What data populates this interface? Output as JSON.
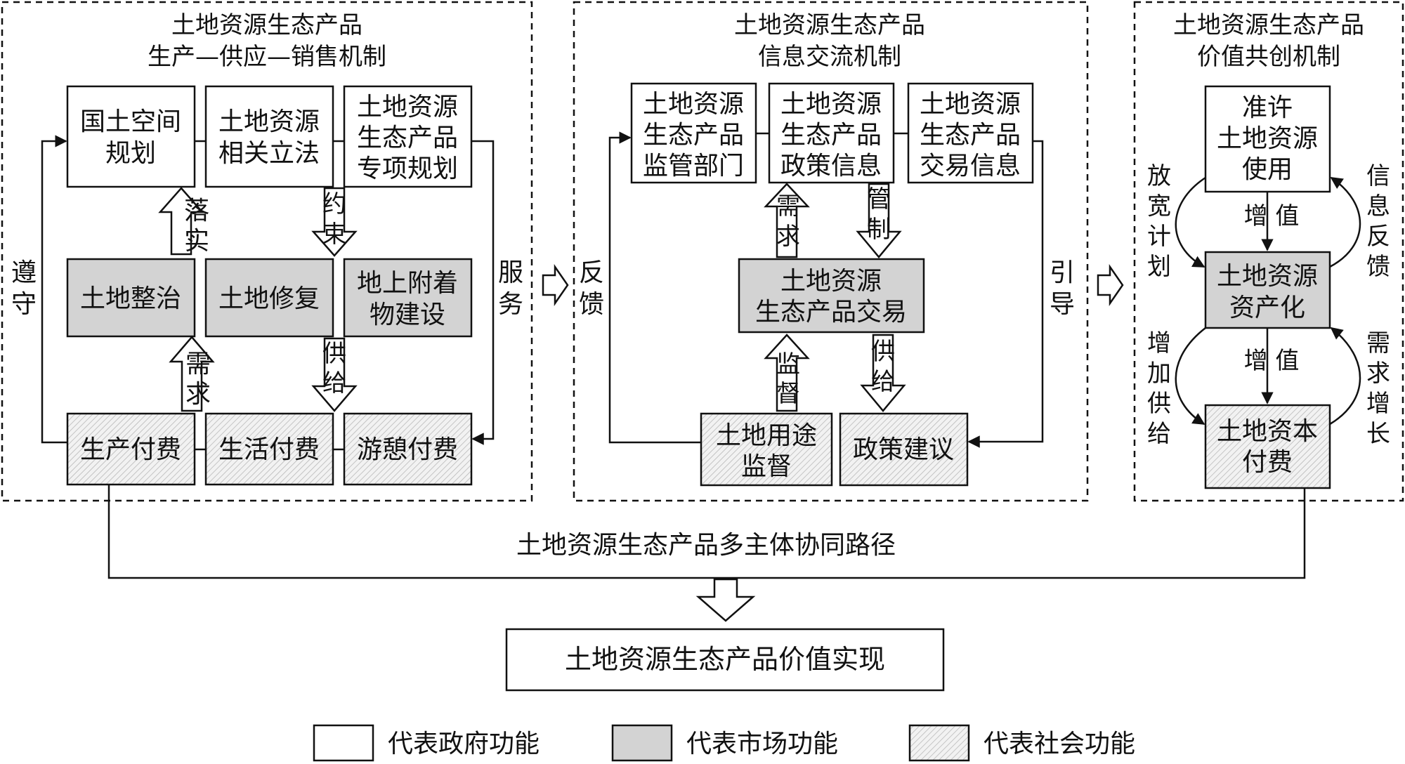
{
  "panels": {
    "production": {
      "title_line1": "土地资源生态产品",
      "title_line2": "生产—供应—销售机制"
    },
    "information": {
      "title_line1": "土地资源生态产品",
      "title_line2": "信息交流机制"
    },
    "value": {
      "title_line1": "土地资源生态产品",
      "title_line2": "价值共创机制"
    }
  },
  "production": {
    "gov_boxes": [
      {
        "lines": [
          "国土空间",
          "规划"
        ]
      },
      {
        "lines": [
          "土地资源",
          "相关立法"
        ]
      },
      {
        "lines": [
          "土地资源",
          "生态产品",
          "专项规划"
        ]
      }
    ],
    "market_boxes": [
      {
        "lines": [
          "土地整治"
        ]
      },
      {
        "lines": [
          "土地修复"
        ]
      },
      {
        "lines": [
          "地上附着",
          "物建设"
        ]
      }
    ],
    "social_boxes": [
      {
        "lines": [
          "生产付费"
        ]
      },
      {
        "lines": [
          "生活付费"
        ]
      },
      {
        "lines": [
          "游憩付费"
        ]
      }
    ],
    "labels": {
      "implement": [
        "落",
        "实"
      ],
      "constrain": [
        "约",
        "束"
      ],
      "demand": [
        "需",
        "求"
      ],
      "supply": [
        "供",
        "给"
      ],
      "comply": [
        "遵",
        "守"
      ],
      "serve": [
        "服",
        "务"
      ]
    }
  },
  "information": {
    "top_boxes": [
      {
        "lines": [
          "土地资源",
          "生态产品",
          "监管部门"
        ]
      },
      {
        "lines": [
          "土地资源",
          "生态产品",
          "政策信息"
        ]
      },
      {
        "lines": [
          "土地资源",
          "生态产品",
          "交易信息"
        ]
      }
    ],
    "center_box": {
      "lines": [
        "土地资源",
        "生态产品交易"
      ]
    },
    "bottom_left_box": {
      "lines": [
        "土地用途",
        "监督"
      ]
    },
    "bottom_right_box": {
      "lines": [
        "政策建议"
      ]
    },
    "labels": {
      "demand": [
        "需",
        "求"
      ],
      "regulate": [
        "管",
        "制"
      ],
      "supervise": [
        "监",
        "督"
      ],
      "supply": [
        "供",
        "给"
      ],
      "feedback": [
        "反",
        "馈"
      ],
      "guide": [
        "引",
        "导"
      ]
    }
  },
  "value": {
    "top_box": {
      "lines": [
        "准许",
        "土地资源",
        "使用"
      ]
    },
    "middle_box": {
      "lines": [
        "土地资源",
        "资产化"
      ]
    },
    "bottom_box": {
      "lines": [
        "土地资本",
        "付费"
      ]
    },
    "labels": {
      "relax_plan": [
        "放",
        "宽",
        "计",
        "划"
      ],
      "info_feedback": [
        "信",
        "息",
        "反",
        "馈"
      ],
      "increase_supply": [
        "增",
        "加",
        "供",
        "给"
      ],
      "demand_growth": [
        "需",
        "求",
        "增",
        "长"
      ],
      "appreciation_1": "增  值",
      "appreciation_2": "增  值"
    }
  },
  "path_label": "土地资源生态产品多主体协同路径",
  "result_box": "土地资源生态产品价值实现",
  "legend": [
    {
      "label": "代表政府功能"
    },
    {
      "label": "代表市场功能"
    },
    {
      "label": "代表社会功能"
    }
  ]
}
